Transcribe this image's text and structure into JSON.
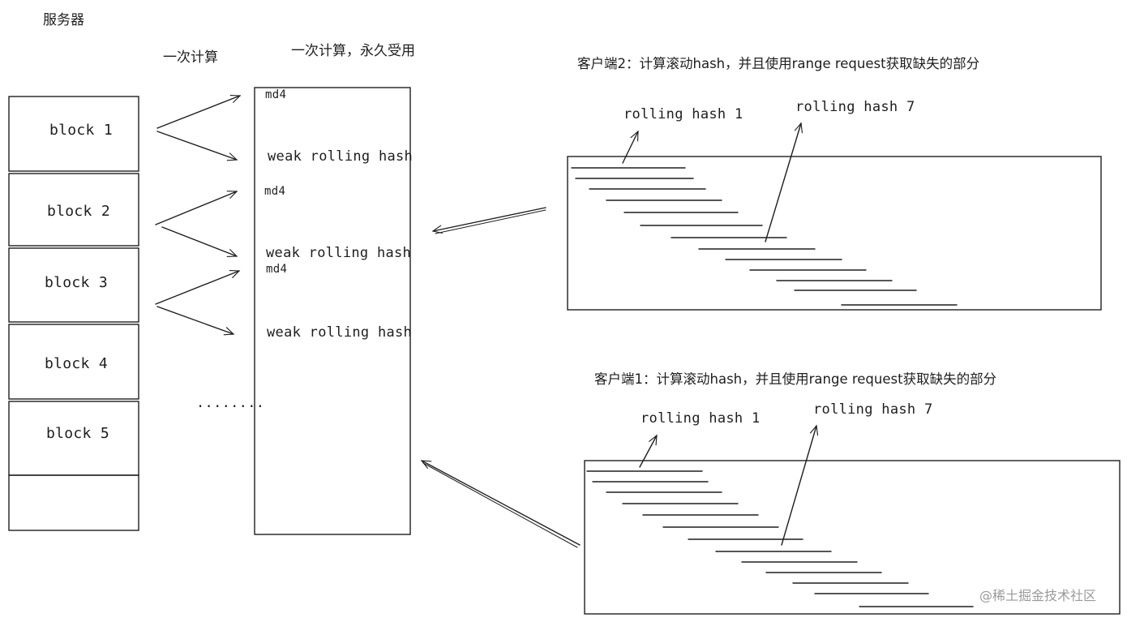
{
  "server": {
    "title": "服务器",
    "blocks": [
      "block 1",
      "block 2",
      "block 3",
      "block 4",
      "block 5"
    ],
    "ellipsis": "........",
    "compute_once": "一次计算",
    "compute_once_forever": "一次计算，永久受用",
    "hash_column": [
      {
        "md4": "md4",
        "weak": "weak rolling hash"
      },
      {
        "md4": "md4",
        "weak": "weak rolling hash"
      },
      {
        "md4": "md4",
        "weak": "weak rolling hash"
      }
    ]
  },
  "clients": [
    {
      "title": "客户端2：计算滚动hash，并且使用range request获取缺失的部分",
      "hash_first": "rolling hash 1",
      "hash_last": "rolling hash 7"
    },
    {
      "title": "客户端1：计算滚动hash，并且使用range request获取缺失的部分",
      "hash_first": "rolling hash 1",
      "hash_last": "rolling hash 7"
    }
  ],
  "watermark": "@稀土掘金技术社区",
  "colors": {
    "stroke": "#1e1e1e",
    "background": "#ffffff",
    "watermark": "#9a9a9a"
  }
}
